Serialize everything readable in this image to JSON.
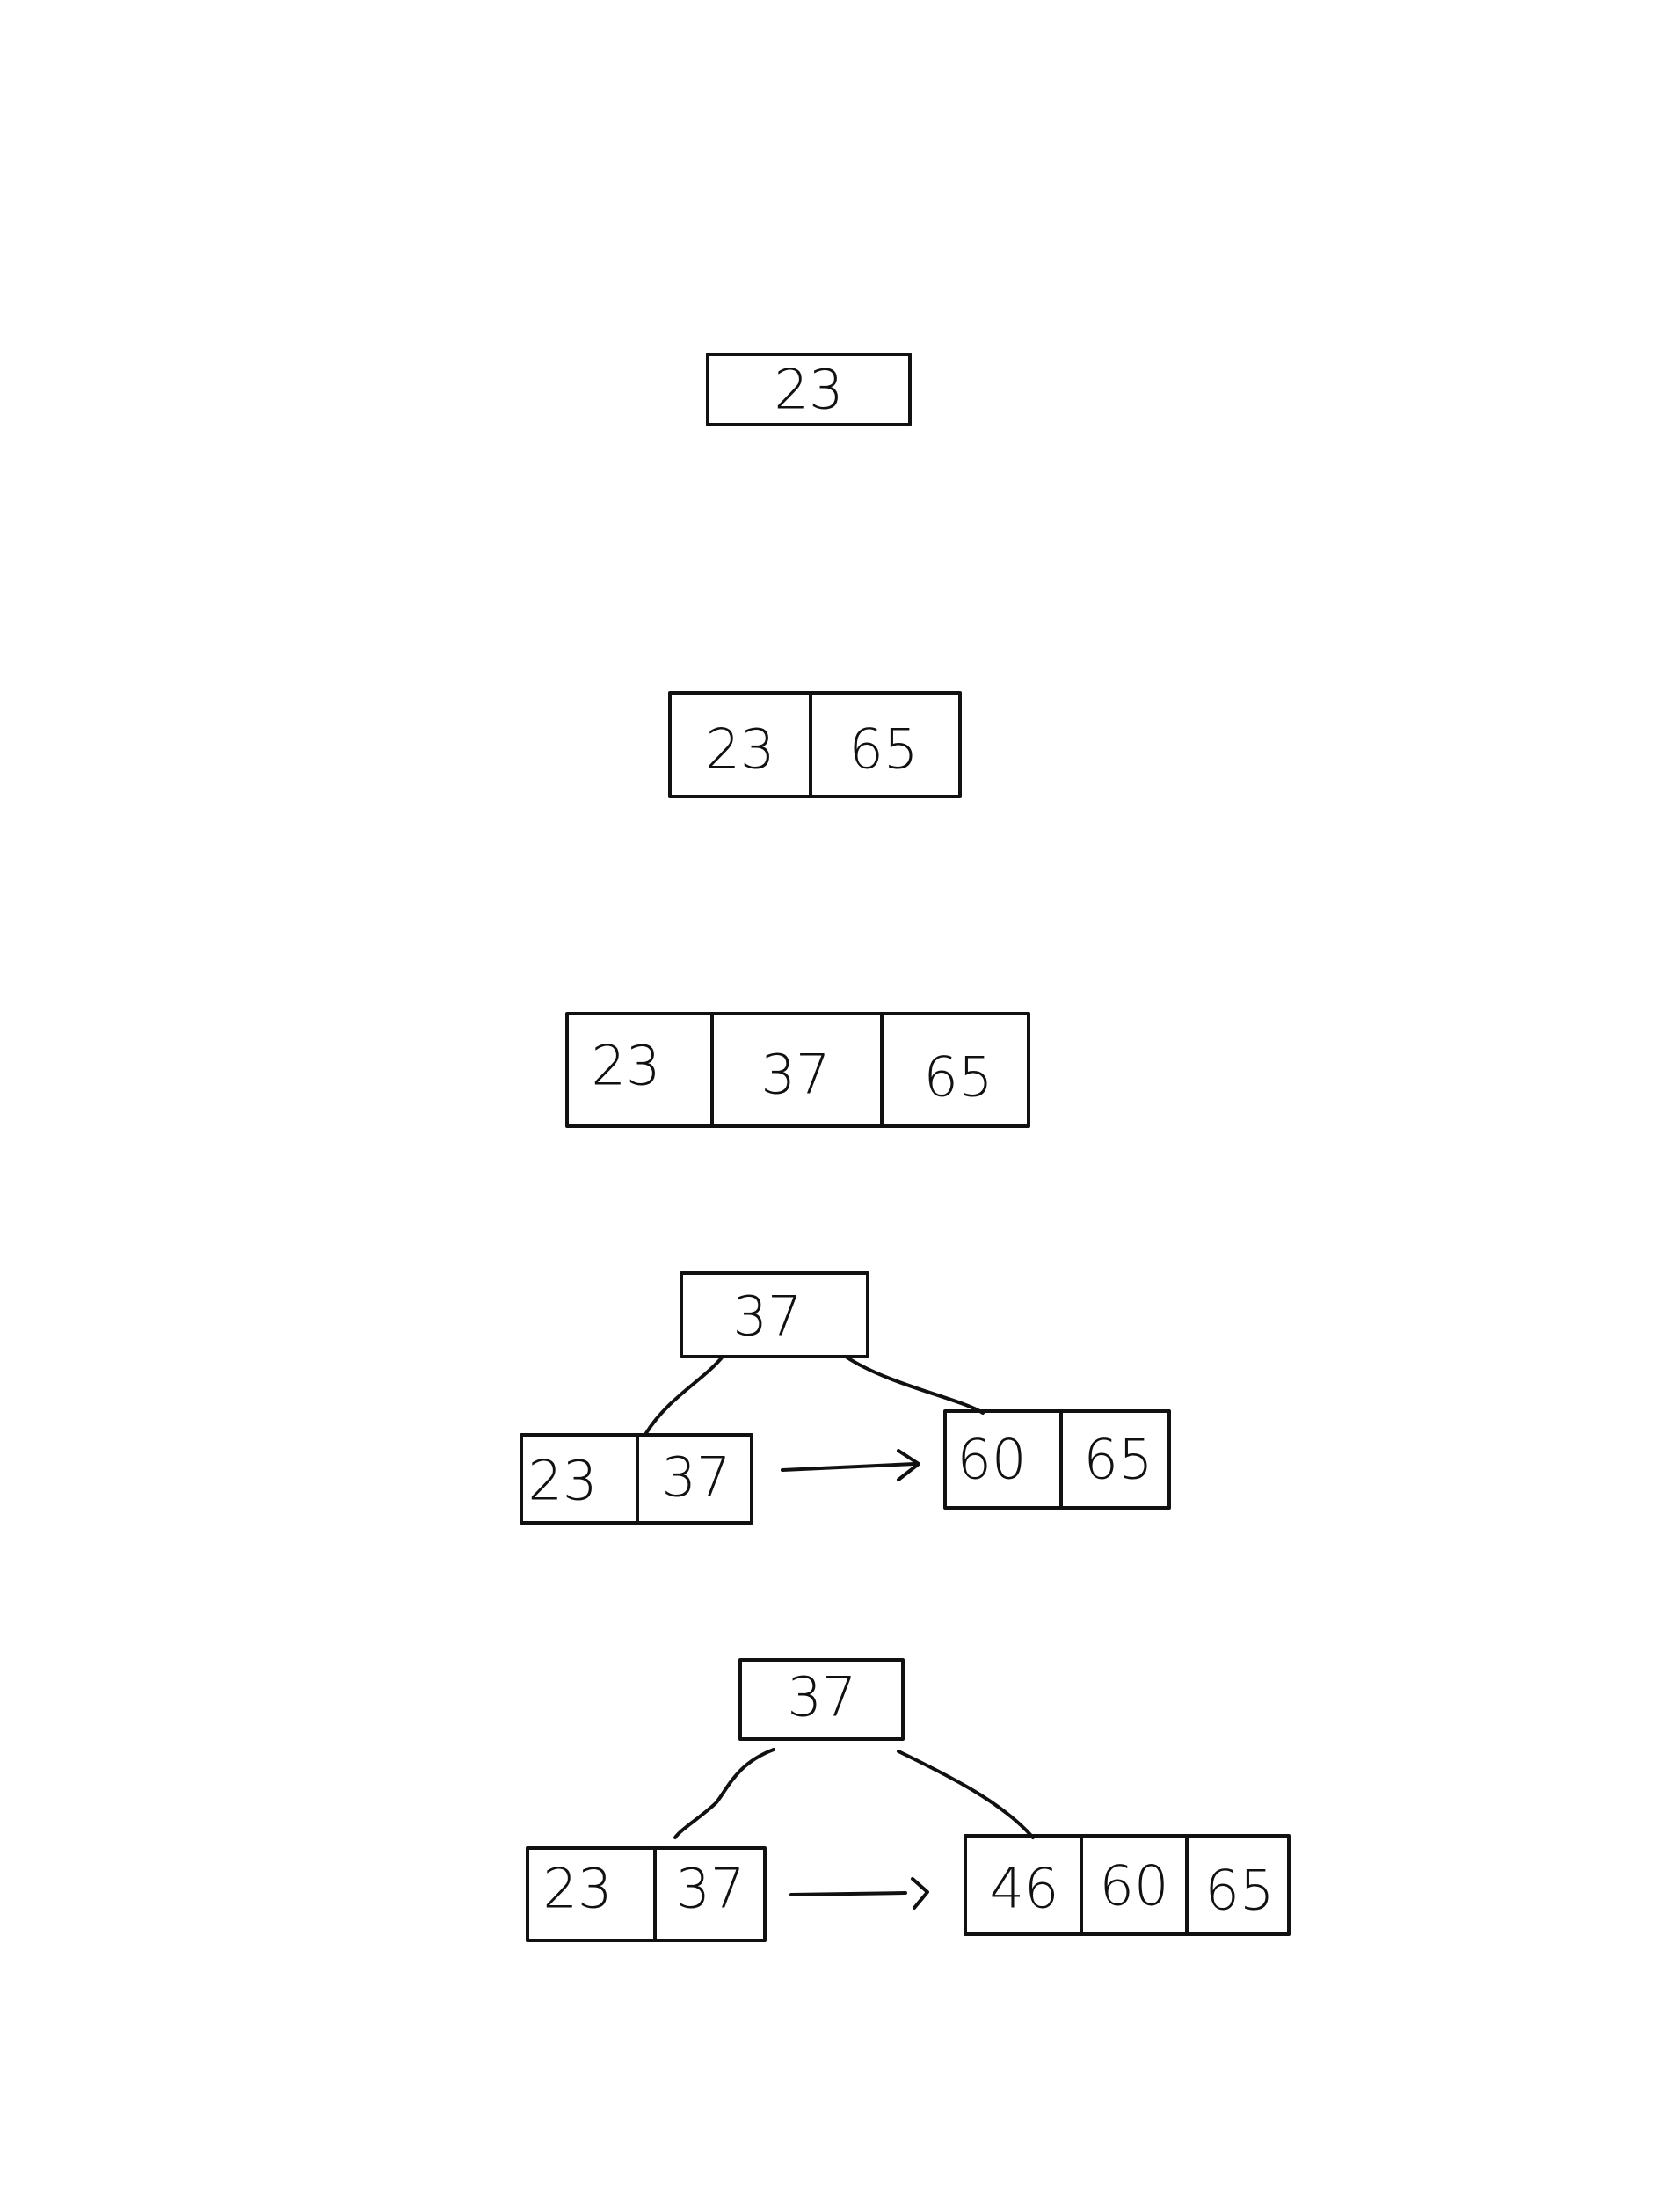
{
  "stages": [
    {
      "nodes": [
        {
          "keys": [
            "23"
          ]
        }
      ]
    },
    {
      "nodes": [
        {
          "keys": [
            "23",
            "65"
          ]
        }
      ]
    },
    {
      "nodes": [
        {
          "keys": [
            "23",
            "37",
            "65"
          ]
        }
      ]
    },
    {
      "root": {
        "keys": [
          "37"
        ]
      },
      "leaves": [
        {
          "keys": [
            "23",
            "37"
          ]
        },
        {
          "keys": [
            "60",
            "65"
          ]
        }
      ]
    },
    {
      "root": {
        "keys": [
          "37"
        ]
      },
      "leaves": [
        {
          "keys": [
            "23",
            "37"
          ]
        },
        {
          "keys": [
            "46",
            "60",
            "65"
          ]
        }
      ]
    }
  ]
}
